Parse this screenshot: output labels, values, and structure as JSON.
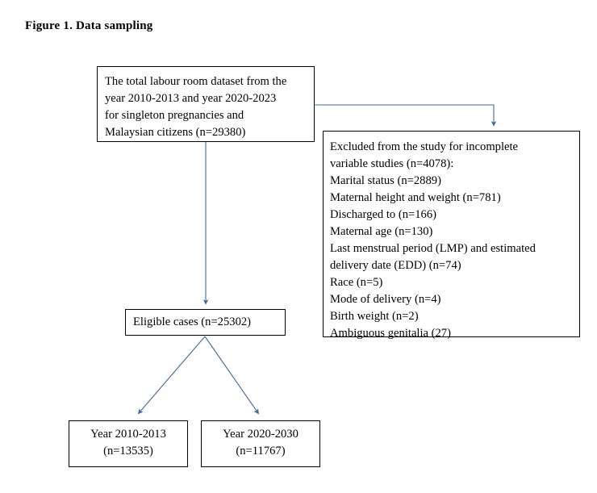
{
  "figure": {
    "title": "Figure 1. Data sampling",
    "accent_color": "#41699c",
    "box_border_color": "#000000",
    "background_color": "#ffffff"
  },
  "chart_data": {
    "type": "diagram",
    "title": "Figure 1. Data sampling",
    "nodes": [
      {
        "id": "source",
        "label": "The total labour room dataset from the\nyear 2010-2013 and year 2020-2023\nfor singleton pregnancies and\nMalaysian citizens (n=29380)",
        "n": 29380
      },
      {
        "id": "excluded",
        "label": "Excluded from the study for incomplete\nvariable studies (n=4078):\nMarital status (n=2889)\nMaternal height and weight (n=781)\nDischarged to (n=166)\nMaternal age (n=130)\nLast menstrual period (LMP) and estimated\ndelivery date (EDD) (n=74)\nRace (n=5)\nMode of delivery (n=4)\nBirth weight (n=2)\nAmbiguous genitalia (27)",
        "n": 4078,
        "reasons": [
          {
            "reason": "Marital status",
            "n": 2889
          },
          {
            "reason": "Maternal height and weight",
            "n": 781
          },
          {
            "reason": "Discharged to",
            "n": 166
          },
          {
            "reason": "Maternal age",
            "n": 130
          },
          {
            "reason": "Last menstrual period (LMP) and estimated delivery date (EDD)",
            "n": 74
          },
          {
            "reason": "Race",
            "n": 5
          },
          {
            "reason": "Mode of delivery",
            "n": 4
          },
          {
            "reason": "Birth weight",
            "n": 2
          },
          {
            "reason": "Ambiguous genitalia",
            "n": 27
          }
        ]
      },
      {
        "id": "eligible",
        "label": "Eligible cases (n=25302)",
        "n": 25302
      },
      {
        "id": "year-a",
        "label": "Year 2010-2013\n(n=13535)",
        "n": 13535
      },
      {
        "id": "year-b",
        "label": "Year 2020-2030\n(n=11767)",
        "n": 11767
      }
    ],
    "edges": [
      {
        "from": "source",
        "to": "excluded",
        "style": "elbow-arrow"
      },
      {
        "from": "source",
        "to": "eligible",
        "style": "straight-arrow"
      },
      {
        "from": "eligible",
        "to": "year-a",
        "style": "diagonal-arrow"
      },
      {
        "from": "eligible",
        "to": "year-b",
        "style": "diagonal-arrow"
      }
    ]
  }
}
